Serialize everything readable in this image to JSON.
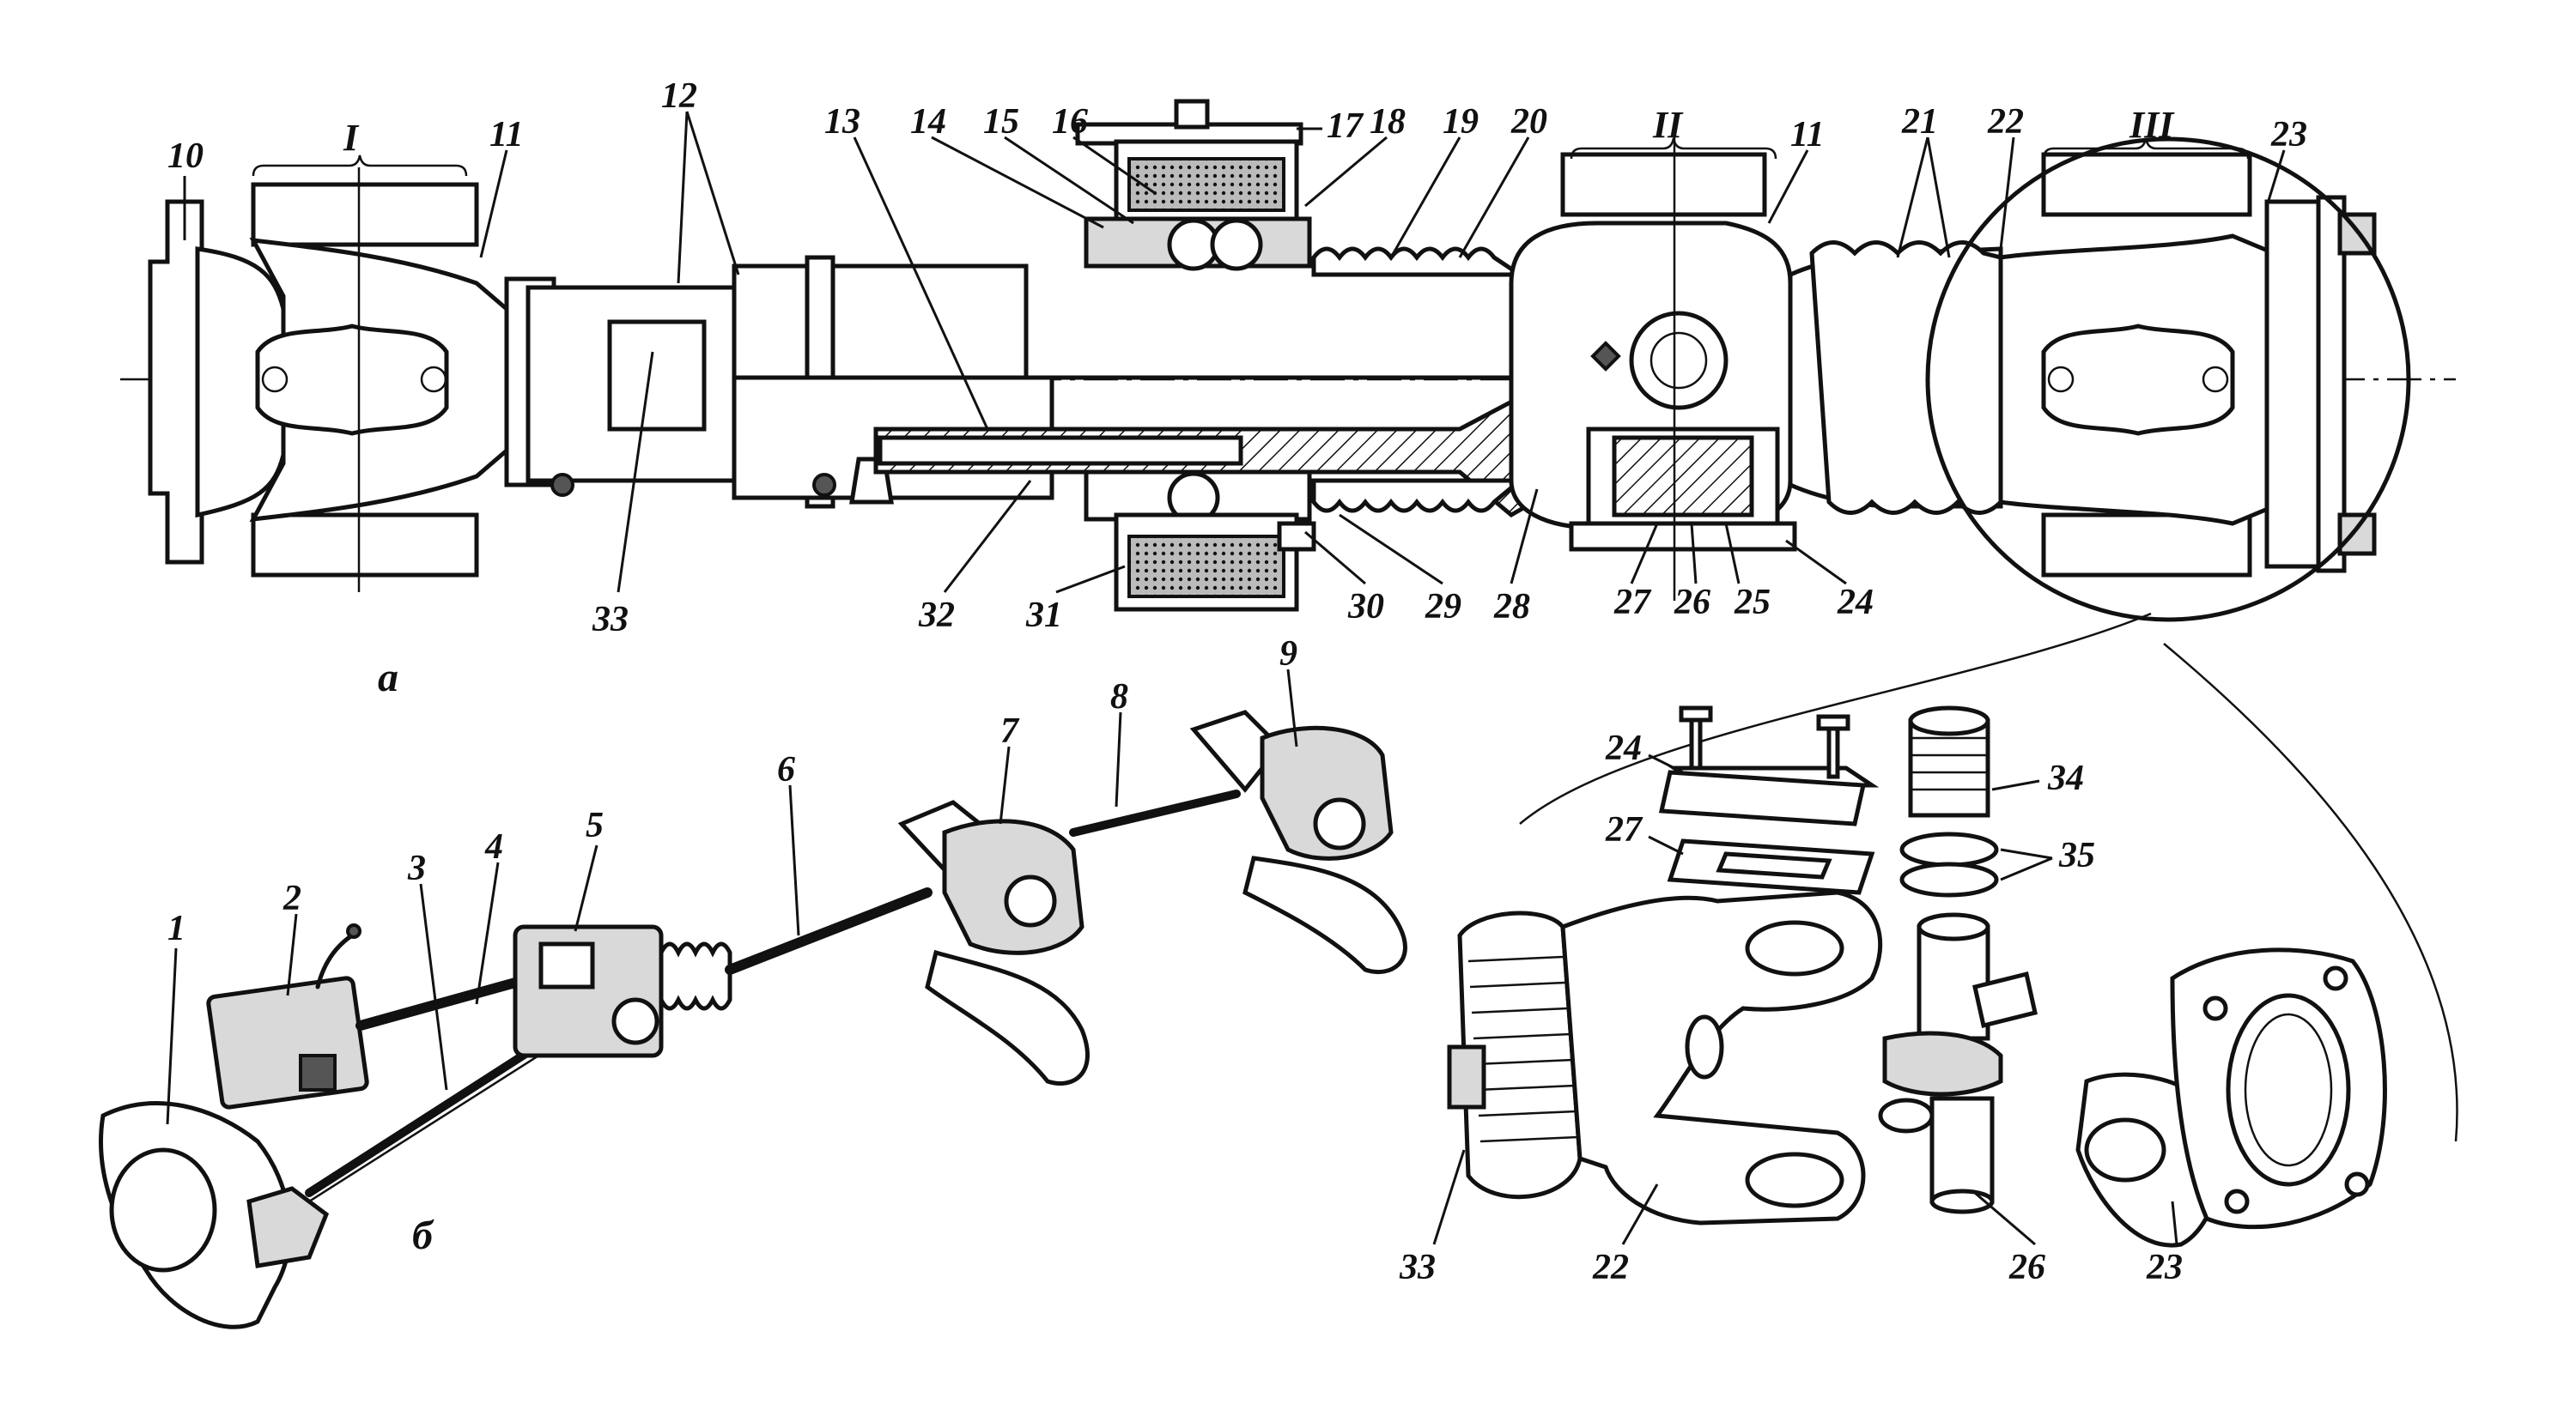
{
  "figure": {
    "panel_a_label": "а",
    "panel_b_label": "б",
    "section_labels": [
      "I",
      "II",
      "III"
    ],
    "callouts_a": [
      "10",
      "11",
      "12",
      "13",
      "14",
      "15",
      "16",
      "17",
      "18",
      "19",
      "20",
      "11",
      "21",
      "22",
      "23",
      "33",
      "32",
      "31",
      "30",
      "29",
      "28",
      "27",
      "26",
      "25",
      "24"
    ],
    "callouts_b": [
      "1",
      "2",
      "3",
      "4",
      "5",
      "6",
      "7",
      "8",
      "9"
    ],
    "callouts_detail": [
      "24",
      "27",
      "34",
      "35",
      "33",
      "22",
      "26",
      "23"
    ]
  }
}
